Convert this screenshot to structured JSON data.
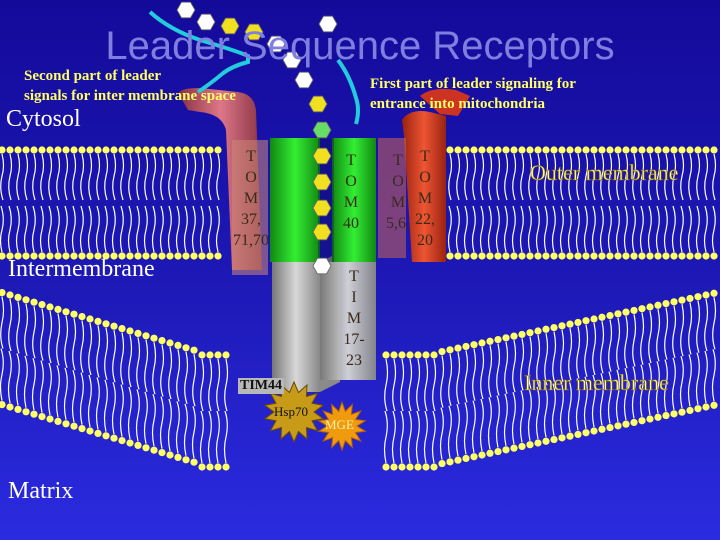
{
  "title": "Leader Sequence Receptors",
  "notes": {
    "second_part": [
      "Second part of leader",
      "signals for inter membrane space"
    ],
    "first_part": [
      "First part of leader signaling for",
      "entrance into mitochondria"
    ]
  },
  "regions": {
    "cytosol": "Cytosol",
    "intermembrane": "Intermembrane",
    "matrix": "Matrix"
  },
  "membranes": {
    "outer": "Outer membrane",
    "inner": "Inner membrane"
  },
  "proteins": {
    "tom37_70": [
      "T",
      "O",
      "M",
      "37,",
      "71,70"
    ],
    "tom40": [
      "T",
      "O",
      "M",
      "40"
    ],
    "tom5_6_left": [
      "T",
      "O",
      "M",
      "5,6,"
    ],
    "tom22_20": [
      "T",
      "O",
      "M",
      "22,",
      "20"
    ],
    "tim17_23": [
      "T",
      "I",
      "M",
      "17-",
      "23"
    ],
    "tim44": "TIM44",
    "hsp70": "Hsp70",
    "mge": "MGE"
  },
  "colors": {
    "background_top": "#140a9a",
    "background_bottom": "#2626d8",
    "title": "#7f7fe0",
    "note_text": "#ffff66",
    "lipid_head": "#ffff66",
    "lipid_tail": "#ffffff",
    "tom40_green": "#22dd22",
    "tim_gray": "#b8b8b8",
    "receptor_red": "#dd4422",
    "receptor_pink": "#cc6677",
    "bead_yellow": "#f0e020",
    "bead_green": "#66dd66",
    "bead_white": "#ffffff",
    "hsp70_star": "#c79a18",
    "mge_star": "#f09a10",
    "leader_chain": "#22ccdd"
  }
}
